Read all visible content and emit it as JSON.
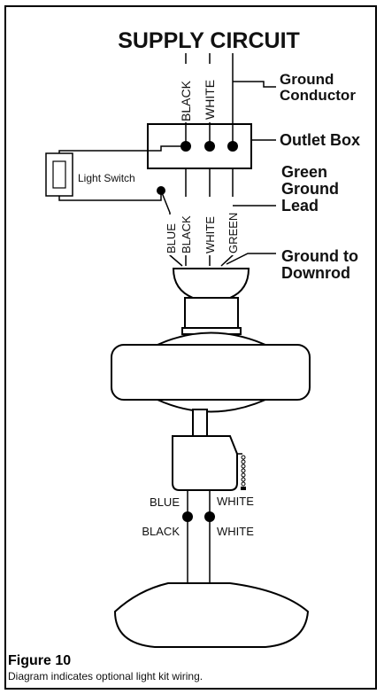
{
  "title": "SUPPLY CIRCUIT",
  "supply_wires": [
    "BLACK",
    "WHITE"
  ],
  "labels": {
    "ground_conductor": [
      "Ground",
      "Conductor"
    ],
    "outlet_box": "Outlet Box",
    "green_ground_lead": [
      "Green",
      "Ground",
      "Lead"
    ],
    "ground_to_downrod": [
      "Ground to",
      "Downrod"
    ],
    "light_switch": "Light Switch"
  },
  "fan_wires": [
    "BLUE",
    "BLACK",
    "WHITE",
    "GREEN"
  ],
  "light_kit": {
    "left_top": "BLUE",
    "left_bottom": "BLACK",
    "right_top": "WHITE",
    "right_bottom": "WHITE"
  },
  "caption": {
    "title": "Figure 10",
    "text": "Diagram indicates optional light kit wiring."
  }
}
